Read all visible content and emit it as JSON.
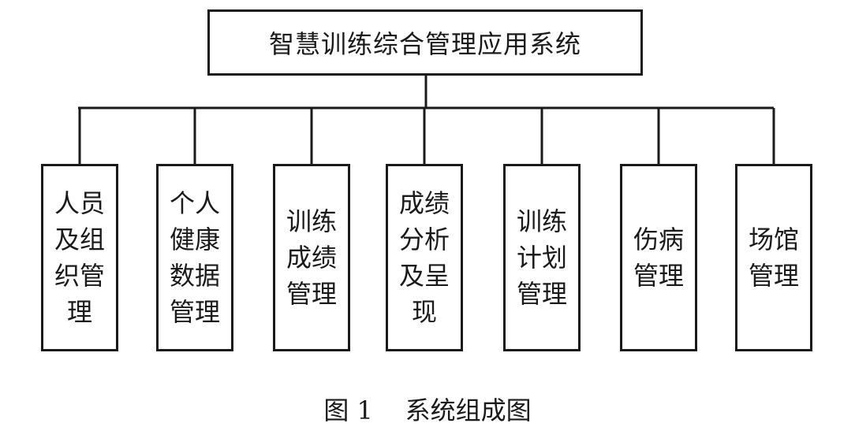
{
  "diagram": {
    "root": {
      "label": "智慧训练综合管理应用系统"
    },
    "children": [
      {
        "label": "人员及组织管理"
      },
      {
        "label": "个人健康数据管理"
      },
      {
        "label": "训练成绩管理"
      },
      {
        "label": "成绩分析及呈现"
      },
      {
        "label": "训练计划管理"
      },
      {
        "label": "伤病管理"
      },
      {
        "label": "场馆管理"
      }
    ],
    "caption": "图 1    系统组成图"
  }
}
